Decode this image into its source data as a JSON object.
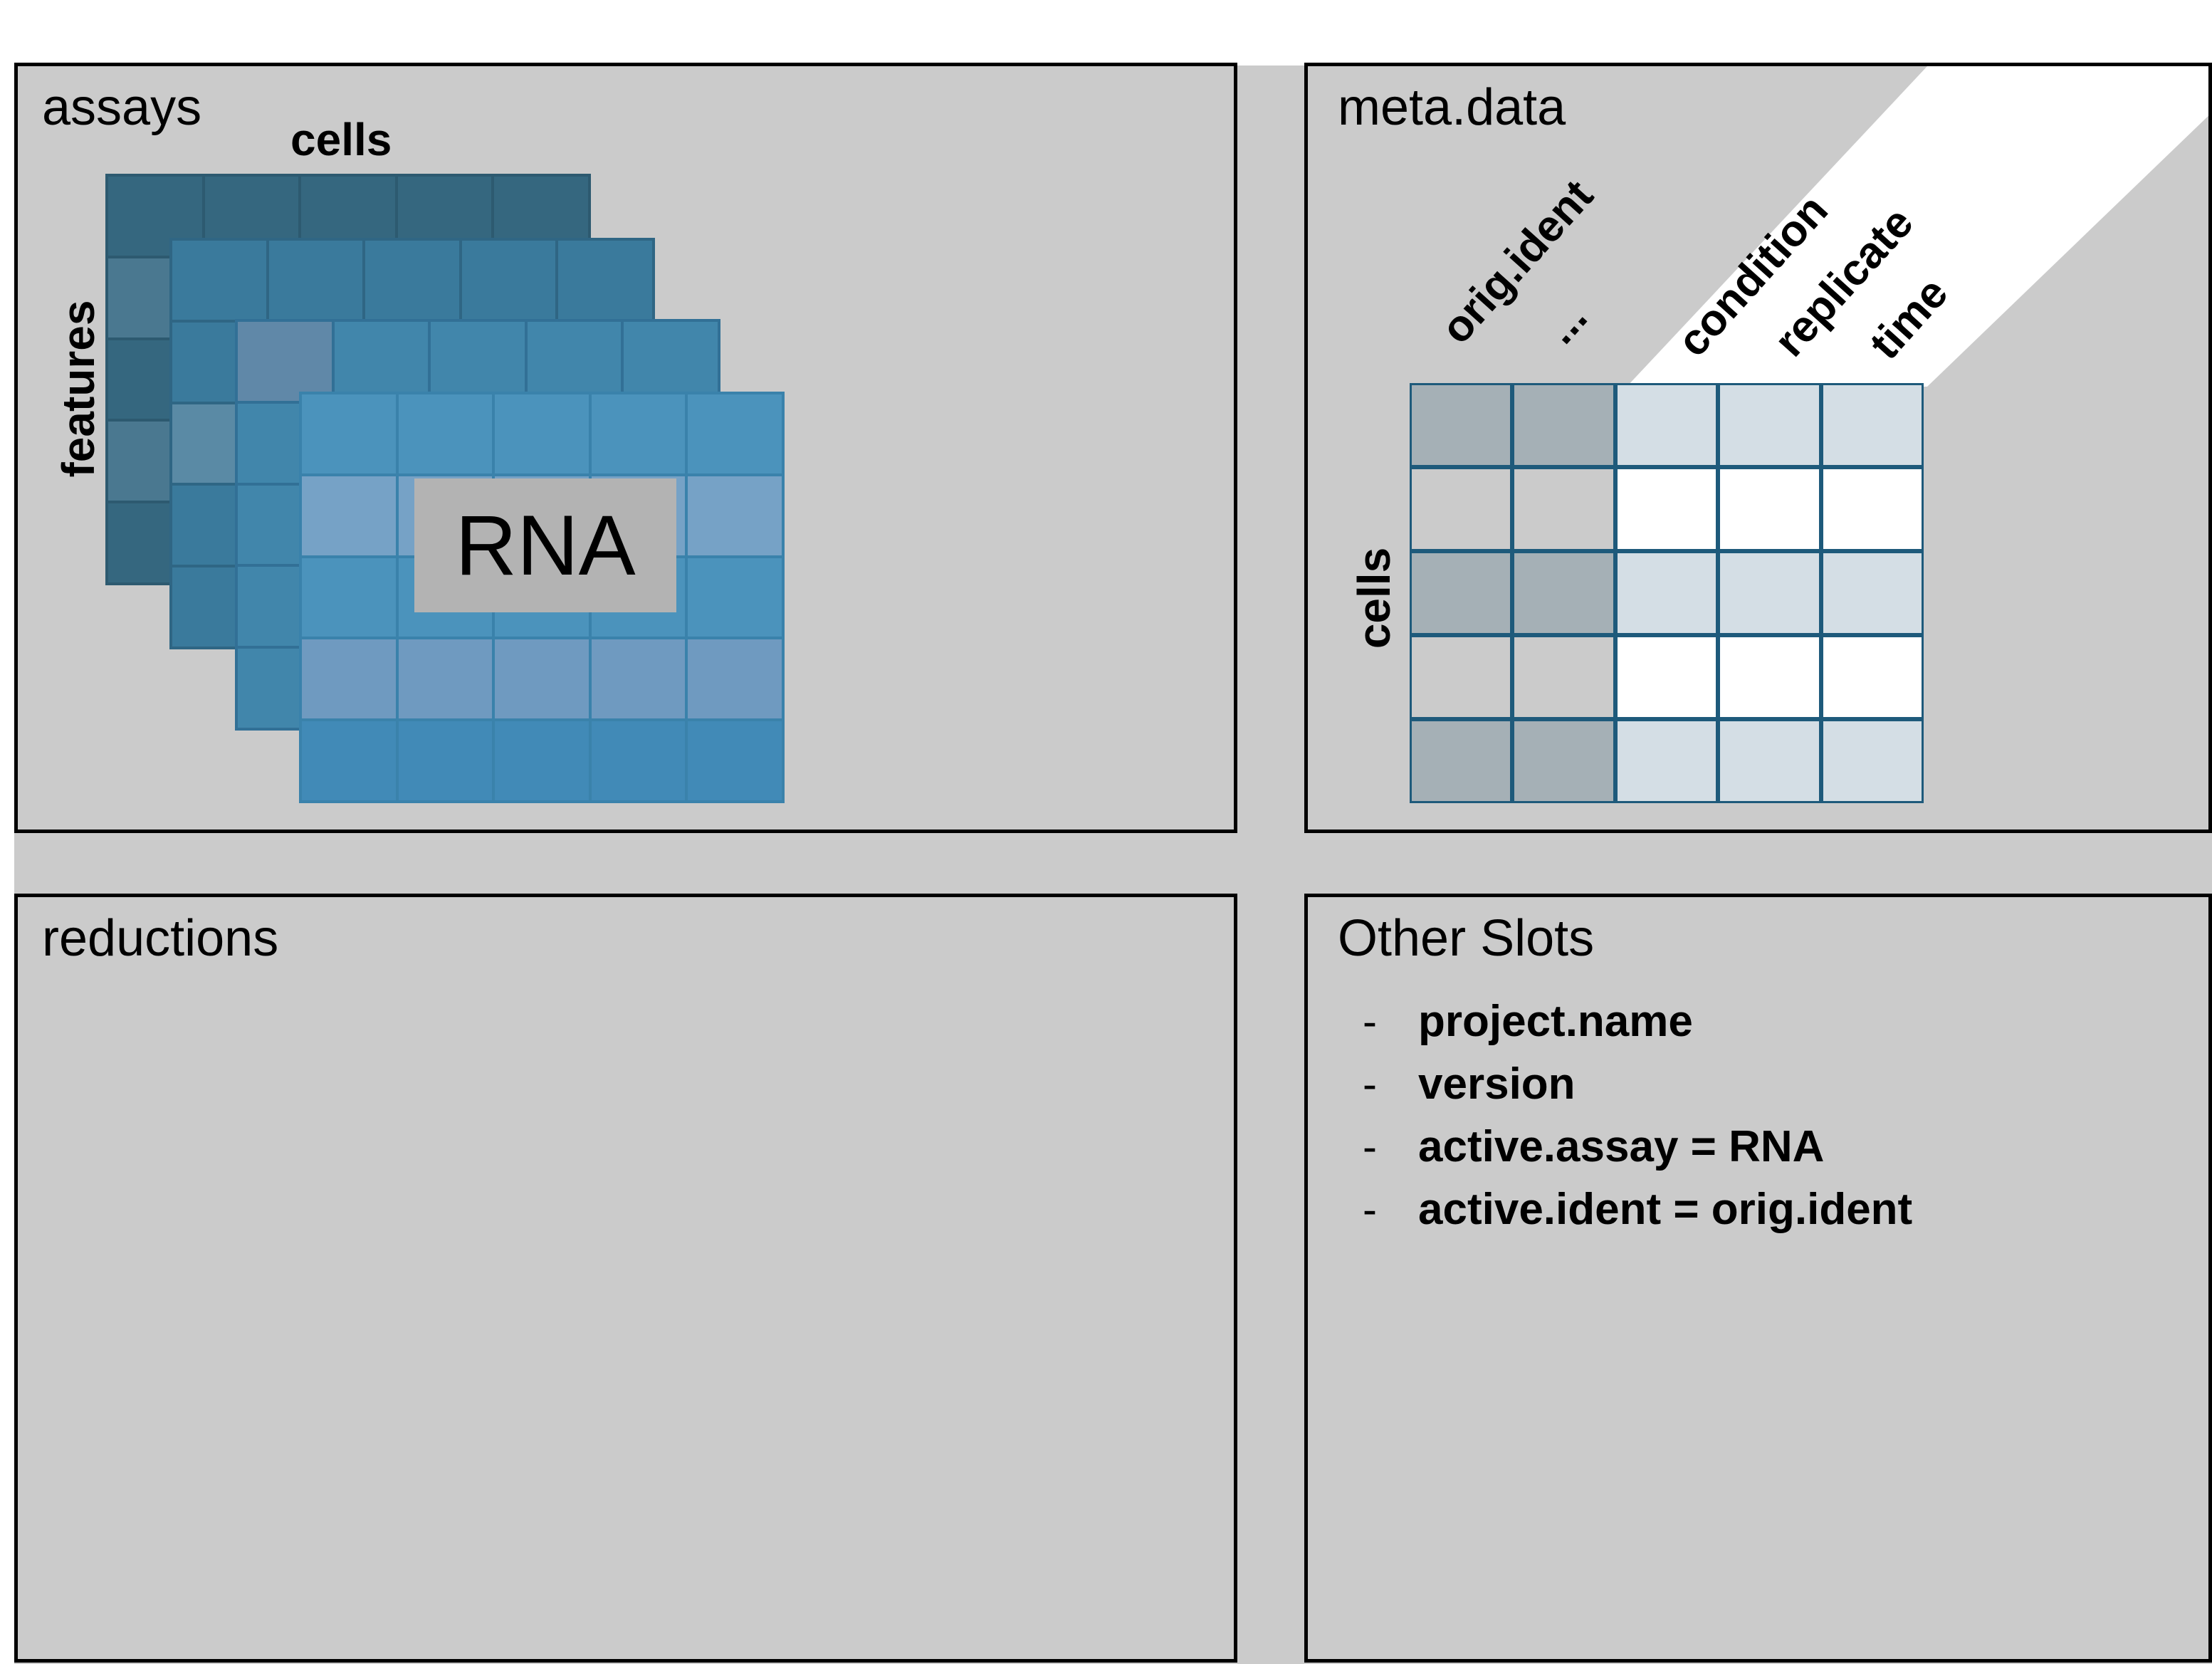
{
  "panels": {
    "assays": {
      "title": "assays",
      "cells_label": "cells",
      "features_label": "features",
      "assay_name": "RNA"
    },
    "meta_data": {
      "title": "meta.data",
      "cells_label": "cells",
      "column_labels": [
        "orig.ident",
        "...",
        "condition",
        "replicate",
        "time"
      ]
    },
    "reductions": {
      "title": "reductions"
    },
    "other_slots": {
      "title": "Other Slots",
      "items": [
        "project.name",
        "version",
        "active.assay = RNA",
        "active.ident = orig.ident"
      ],
      "bullet": "-"
    }
  },
  "colors": {
    "panel_background": "#cbcbcb",
    "layer_1": "#35677f",
    "layer_2": "#3a7a9c",
    "layer_3": "#4186ab",
    "layer_4": "#4b93bc",
    "meta_default_columns": "#a5b0b6",
    "meta_new_columns": "#d4dee5",
    "highlight": "#ffffff"
  },
  "icons": {
    "matrix_layers": "stacked-matrix-icon"
  }
}
